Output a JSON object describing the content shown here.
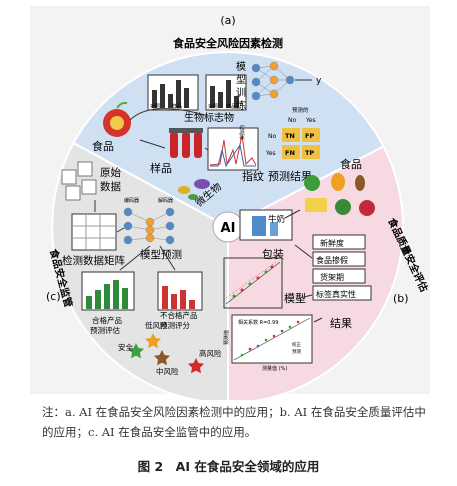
{
  "panels": {
    "a": {
      "letter": "(a)",
      "title": "食品安全风险因素检测",
      "food": "食品",
      "biomarker": "生物标志物",
      "sample": "样品",
      "fingerprint": "指纹",
      "microbe": "微生物",
      "prediction_result": "预测结果",
      "model_training": [
        "模",
        "型",
        "训",
        "练"
      ],
      "table_headers": [
        "对照",
        "样品",
        "对照",
        "样品"
      ],
      "confusion": {
        "header": "预测的",
        "side": "实际的",
        "rows": [
          {
            "label": "No",
            "cells": [
              "TN",
              "FP"
            ]
          },
          {
            "label": "Yes",
            "cells": [
              "FN",
              "TP"
            ]
          }
        ],
        "cols": [
          "No",
          "Yes"
        ]
      },
      "y_label": "y"
    },
    "b": {
      "letter": "(b)",
      "title": "食品质量安全评估",
      "food": "食品",
      "package": "包装",
      "milk": "牛奶",
      "model": "模型",
      "result": "结果",
      "attributes": [
        "新鲜度",
        "食品掺假",
        "货架期",
        "标签真实性"
      ],
      "plot": {
        "title": "相关系数 R=0.99",
        "xlabel": "测量值 (%)",
        "ylabel": "预测值",
        "legend": [
          "校正",
          "预测"
        ]
      }
    },
    "c": {
      "letter": "(c)",
      "title": "食品安全监管",
      "raw_data": "原始数据",
      "matrix": "检测数据矩阵",
      "model_pred": "模型预测",
      "encoder": "编码器",
      "decoder": "解码器",
      "qualified": "合格产品预测评估",
      "unqualified": "不合格产品预测评分",
      "levels": [
        "低风险",
        "安全",
        "中风险",
        "高风险"
      ]
    },
    "center": "AI"
  },
  "note": "注：a. AI 在食品安全风险因素检测中的应用；b. AI 在食品安全质量评估中的应用；c. AI 在食品安全监管中的应用。",
  "caption": "图 2　AI 在食品安全领域的应用",
  "colors": {
    "a": "#cfe0f3",
    "b": "#f6d9e1",
    "c": "#e2e2e2",
    "frame": "#f2f2f2"
  }
}
